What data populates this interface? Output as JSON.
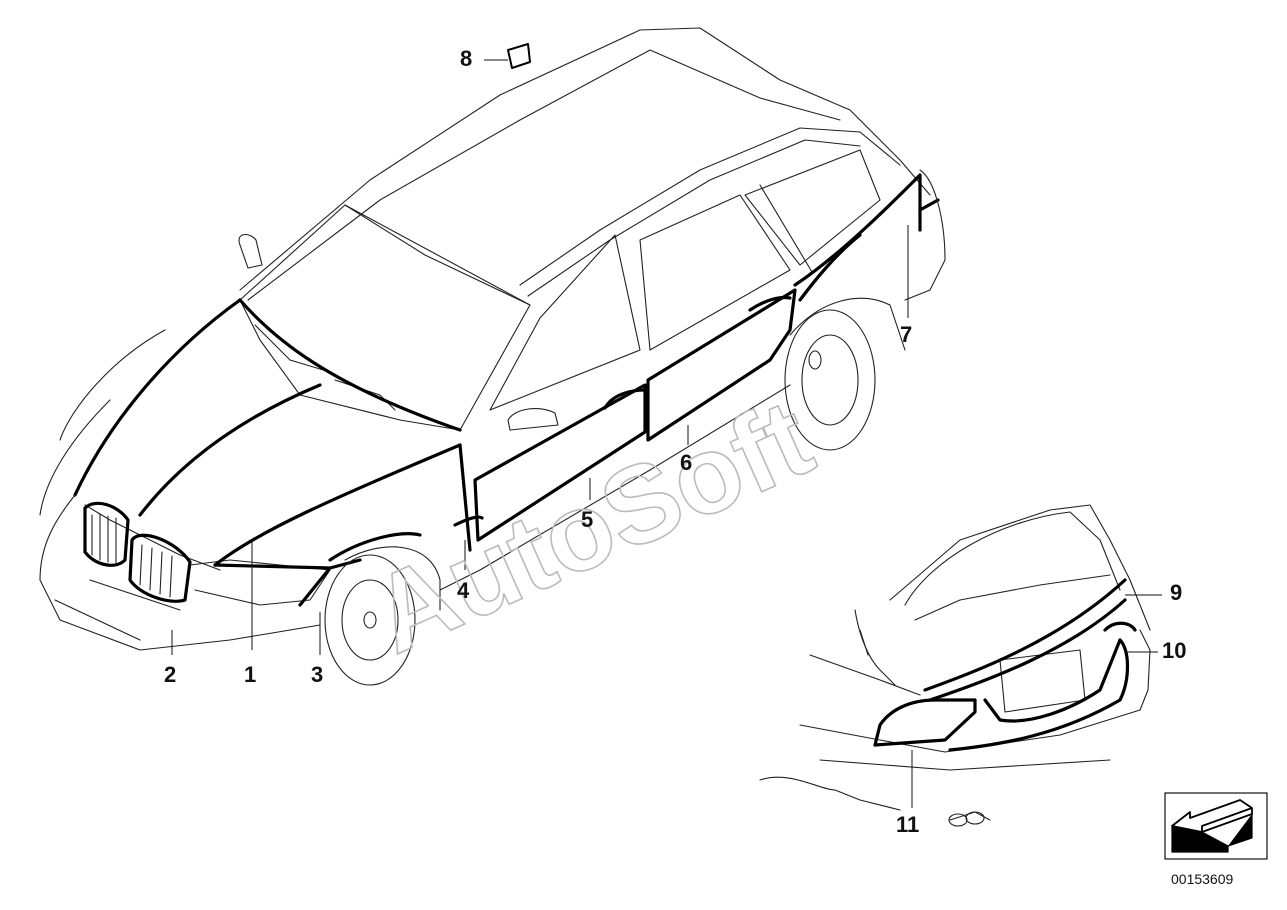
{
  "diagram": {
    "part_number": "00153609",
    "watermark": "AutoSoft",
    "callouts": [
      {
        "id": "1",
        "label": "1"
      },
      {
        "id": "2",
        "label": "2"
      },
      {
        "id": "3",
        "label": "3"
      },
      {
        "id": "4",
        "label": "4"
      },
      {
        "id": "5",
        "label": "5"
      },
      {
        "id": "6",
        "label": "6"
      },
      {
        "id": "7",
        "label": "7"
      },
      {
        "id": "8",
        "label": "8"
      },
      {
        "id": "9",
        "label": "9"
      },
      {
        "id": "10",
        "label": "10"
      },
      {
        "id": "11",
        "label": "11"
      }
    ],
    "nav_icon": "arrow-view-icon"
  }
}
